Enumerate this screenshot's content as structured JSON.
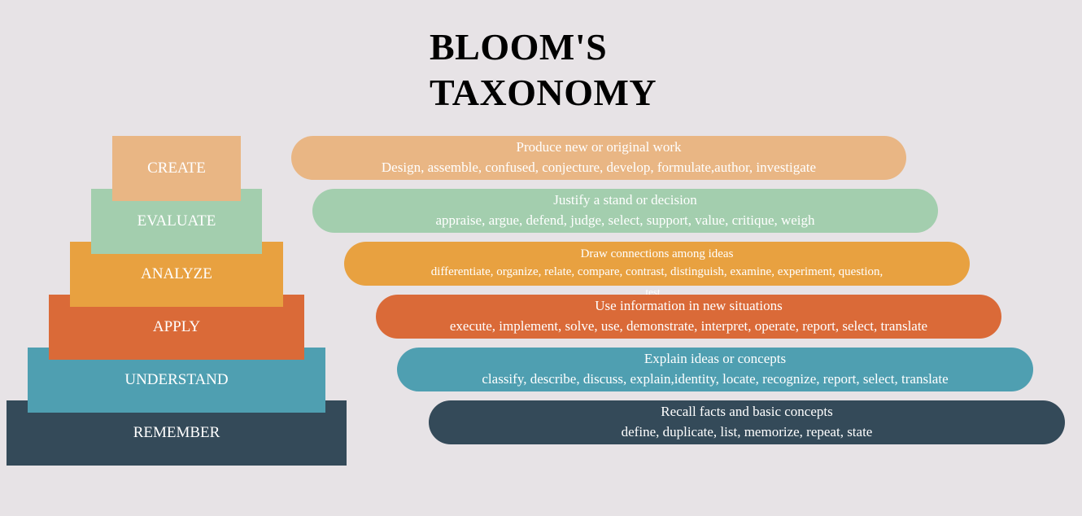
{
  "title": {
    "line1": "BLOOM'S",
    "line2": "TAXONOMY"
  },
  "levels": [
    {
      "label": "CREATE",
      "color": "#e9b684",
      "desc_title": "Produce new or original work",
      "desc_verbs": "Design, assemble, confused, conjecture, develop, formulate,author, investigate",
      "desc_overflow": ""
    },
    {
      "label": "EVALUATE",
      "color": "#a3ceae",
      "desc_title": "Justify a stand or decision",
      "desc_verbs": "appraise, argue, defend, judge, select, support, value, critique, weigh",
      "desc_overflow": ""
    },
    {
      "label": "ANALYZE",
      "color": "#e8a140",
      "desc_title": "Draw connections among ideas",
      "desc_verbs": "differentiate, organize, relate, compare, contrast, distinguish, examine, experiment, question,",
      "desc_overflow": "test"
    },
    {
      "label": "APPLY",
      "color": "#da6a38",
      "desc_title": "Use information in new situations",
      "desc_verbs": "execute, implement, solve, use, demonstrate, interpret, operate, report, select, translate",
      "desc_overflow": ""
    },
    {
      "label": "UNDERSTAND",
      "color": "#4f9fb1",
      "desc_title": "Explain ideas or concepts",
      "desc_verbs": "classify, describe, discuss, explain,identity, locate, recognize, report, select, translate",
      "desc_overflow": ""
    },
    {
      "label": "REMEMBER",
      "color": "#344a59",
      "desc_title": "Recall facts and basic concepts",
      "desc_verbs": "define, duplicate, list, memorize, repeat, state",
      "desc_overflow": ""
    }
  ]
}
